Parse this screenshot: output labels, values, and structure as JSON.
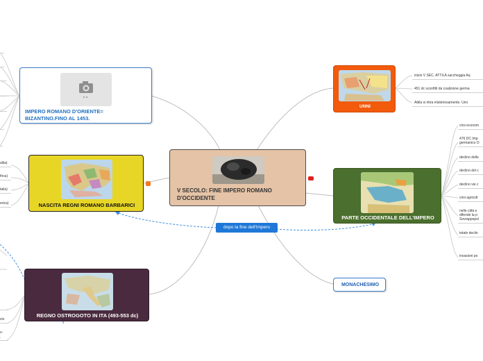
{
  "central": {
    "title": "V SECOLO: FINE IMPERO ROMANO D'OCCIDENTE"
  },
  "relationship": {
    "label": "dopo la fine dell'Impero"
  },
  "nodes": {
    "oriente": {
      "title": "IMPERO ROMANO D'ORIENTE= BIZANTINO.FINO AL 1453."
    },
    "barbarici": {
      "title": "NASCITA REGNI ROMANO BARBARICI"
    },
    "ostrogoto": {
      "title": "REGNO OSTROGOTO IN ITA (493-553 dc)"
    },
    "unni": {
      "title": "UNNI"
    },
    "occidentale": {
      "title": "PARTE OCCIDENTALE DELL'IMPERO"
    },
    "monachesimo": {
      "title": "MONACHESIMO"
    }
  },
  "unni_leaves": [
    "inizio V SEC. ATTILA saccheggia Aq",
    "451 dc sconfitti da coalizione germa",
    "Attila si ritira misteriosamente. Unn"
  ],
  "occidentale_leaves": [
    "crisi econom",
    "476 DC Imp",
    "germanico O",
    "declino delle",
    "declino del c",
    "declino vie c",
    "crisi agricolt",
    "nelle città e",
    "difende la p",
    "Sovrappopol",
    "totale declin",
    "invasioni po"
  ],
  "barbarici_leaves": [
    "allia)",
    "frica)",
    "talia)",
    "erica)"
  ],
  "ostrogoto_leaves": [
    "zio",
    "o.",
    "."
  ],
  "colors": {
    "central_bg": "#e5c3a6",
    "central_border": "#555555",
    "oriente_border": "#3a7bc8",
    "oriente_text": "#1f6fc0",
    "barbarici_bg": "#e8d626",
    "ostrogoto_bg": "#4a2a3e",
    "unni_bg": "#f25a0c",
    "occidentale_bg": "#4b6f2e",
    "monachesimo_text": "#1f5fb0",
    "relationship_bg": "#1f78d8",
    "connector": "#b8b8b8"
  }
}
